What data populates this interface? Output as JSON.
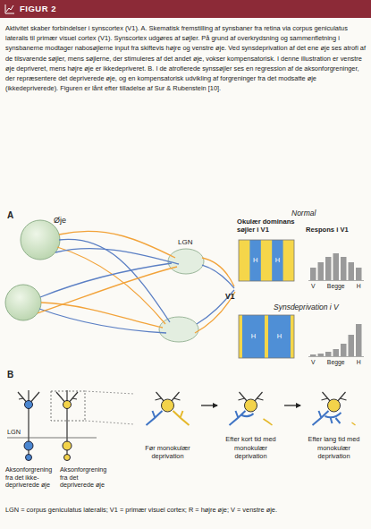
{
  "diagram": {
    "title": "FIGUR 2",
    "caption": "Aktivitet skaber forbindelser i synscortex (V1). A. Skematisk fremstilling af synsbaner fra retina via corpus geniculatus lateralis til primær visuel cortex (V1). Synscortex udgøres af søjler. På grund af overkrydsning og sammenfletning i synsbanerne modtager nabosøjlerne input fra skiftevis højre og venstre øje. Ved synsdeprivation af det ene øje ses atrofi af de tilsvarende søjler, mens søjlerne, der stimuleres af det andet øje, vokser kompensatorisk. I denne illustration er venstre øje depriveret, mens højre øje er ikkedepriveret. B. I de atrofierede synssøjler ses en regression af de aksonforgreninger, der repræsentere det depriverede øje, og en kompensatorisk udvikling af forgreninger fra det modsatte øje (ikkedepriverede). Figuren er lånt efter tilladelse af Sur & Rubenstein [10].",
    "nodes": [
      {
        "text": [
          "Før monokulær deprivation"
        ]
      },
      {
        "text": [
          "Efter kort tid med monokulær deprivation"
        ]
      },
      {
        "text": [
          "Efter lang tid med monokulær deprivation"
        ]
      }
    ],
    "edges": [
      {
        "from": 0,
        "to": 1,
        "arrow": "to"
      },
      {
        "from": 1,
        "to": 2,
        "arrow": "to"
      }
    ],
    "labels": [
      "A",
      "Øje",
      "LGN",
      "V1",
      "Normal",
      "Okulær dominans søjler i V1",
      "Respons i V1",
      "H",
      "H",
      "V",
      "Begge",
      "H",
      "Synsdeprivation i V",
      "H",
      "H",
      "V",
      "Begge",
      "H",
      "B",
      "LGN",
      "Aksonforgrening fra det ikke-depriverede øje",
      "Aksonforgrening fra det depriverede øje",
      "LGN = corpus geniculatus lateralis; V1 = primær visuel cortex; R = højre øje; V = venstre øje."
    ]
  }
}
